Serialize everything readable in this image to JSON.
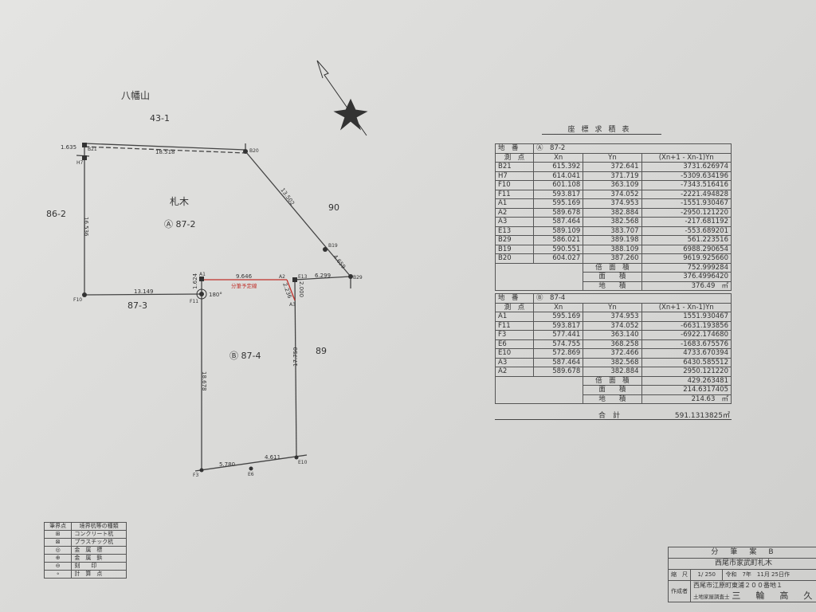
{
  "plan": {
    "labels": {
      "hachimanyama": "八幡山",
      "p43_1": "43-1",
      "p86_2": "86-2",
      "fudaki": "札木",
      "parcel_a": "Ⓐ 87-2",
      "p90": "90",
      "p87_3": "87-3",
      "parcel_b": "Ⓑ 87-4",
      "p89": "89",
      "angle": "180°",
      "split_line": "分筆予定線"
    },
    "points": {
      "B21": "B21",
      "H7": "H7",
      "F10": "F10",
      "F11": "F11",
      "A1": "A1",
      "A2": "A2",
      "A3": "A3",
      "E13": "E13",
      "B29": "B29",
      "B19": "B19",
      "B20": "B20",
      "F3": "F3",
      "E6": "E6",
      "E10": "E10"
    },
    "distances": {
      "b21_h7": "1.635",
      "b21_b20": "18.518",
      "b20_b19": "13.502",
      "b19_b29": "4.659",
      "h7_f10": "16.536",
      "f10_f11": "13.149",
      "a1_f11": "1.624",
      "a1_a2": "9.646",
      "a2_a3": "2.236",
      "e13_a3": "2.000",
      "e13_b29": "6.299",
      "f11_f3": "18.678",
      "a3_e10": "17.750",
      "f3_e6": "5.780",
      "e6_e10": "4.611"
    },
    "split_color": "#c0302a"
  },
  "coord_table": {
    "title": "座標求積表",
    "a": {
      "parcel_label": "地　番",
      "parcel": "Ⓐ　87-2",
      "headers": [
        "測　点",
        "Xn",
        "Yn",
        "(Xn+1 - Xn-1)Yn"
      ],
      "rows": [
        [
          "B21",
          "615.392",
          "372.641",
          "3731.626974"
        ],
        [
          "H7",
          "614.041",
          "371.719",
          "-5309.634196"
        ],
        [
          "F10",
          "601.108",
          "363.109",
          "-7343.516416"
        ],
        [
          "F11",
          "593.817",
          "374.052",
          "-2221.494828"
        ],
        [
          "A1",
          "595.169",
          "374.953",
          "-1551.930467"
        ],
        [
          "A2",
          "589.678",
          "382.884",
          "-2950.121220"
        ],
        [
          "A3",
          "587.464",
          "382.568",
          "-217.681192"
        ],
        [
          "E13",
          "589.109",
          "383.707",
          "-553.689201"
        ],
        [
          "B29",
          "586.021",
          "389.198",
          "561.223516"
        ],
        [
          "B19",
          "590.551",
          "388.109",
          "6988.290654"
        ],
        [
          "B20",
          "604.027",
          "387.260",
          "9619.925660"
        ]
      ],
      "double_area_label": "倍　面　積",
      "double_area": "752.999284",
      "area_label": "面　　積",
      "area": "376.4996420",
      "land_area_label": "地　　積",
      "land_area": "376.49",
      "unit": "㎡"
    },
    "b": {
      "parcel_label": "地　番",
      "parcel": "Ⓑ　87-4",
      "headers": [
        "測　点",
        "Xn",
        "Yn",
        "(Xn+1 - Xn-1)Yn"
      ],
      "rows": [
        [
          "A1",
          "595.169",
          "374.953",
          "1551.930467"
        ],
        [
          "F11",
          "593.817",
          "374.052",
          "-6631.193856"
        ],
        [
          "F3",
          "577.441",
          "363.140",
          "-6922.174680"
        ],
        [
          "E6",
          "574.755",
          "368.258",
          "-1683.675576"
        ],
        [
          "E10",
          "572.869",
          "372.466",
          "4733.670394"
        ],
        [
          "A3",
          "587.464",
          "382.568",
          "6430.585512"
        ],
        [
          "A2",
          "589.678",
          "382.884",
          "2950.121220"
        ]
      ],
      "double_area_label": "倍　面　積",
      "double_area": "429.263481",
      "area_label": "面　　積",
      "area": "214.6317405",
      "land_area_label": "地　　積",
      "land_area": "214.63",
      "unit": "㎡"
    },
    "total_label": "合　計",
    "total": "591.1313825㎡"
  },
  "legend": {
    "headers": [
      "筆界点",
      "境界杭等の種類"
    ],
    "items": [
      "コンクリート杭",
      "プラスチック杭",
      "金　属　標",
      "金　属　鋲",
      "刻　　印",
      "計　算　点"
    ]
  },
  "title_block": {
    "title": "分　筆　案　B",
    "location": "西尾市家武町札木",
    "scale_label": "縮　尺",
    "scale": "1/ 250",
    "date": "令和　7年　11月 25日作",
    "author_label": "作成者",
    "address": "西尾市江原町東浦２００番地１",
    "role": "土地家屋調査士",
    "name": "三　輪　高　久"
  }
}
